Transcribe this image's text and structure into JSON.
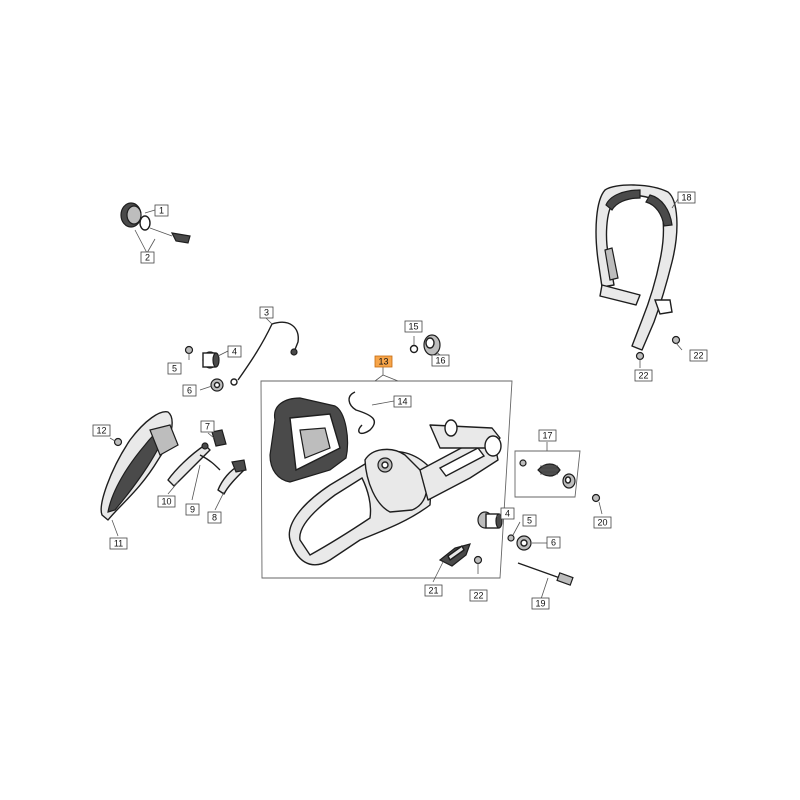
{
  "labels": {
    "p1": "1",
    "p2": "2",
    "p3": "3",
    "p4": "4",
    "p5": "5",
    "p6": "6",
    "p7": "7",
    "p8": "8",
    "p9": "9",
    "p10": "10",
    "p11": "11",
    "p12": "12",
    "p13": "13",
    "p14": "14",
    "p15": "15",
    "p16": "16",
    "p17": "17",
    "p18": "18",
    "p19": "19",
    "p20": "20",
    "p21": "21",
    "p22": "22"
  },
  "colors": {
    "highlight": "#f7a54a",
    "line": "#1e1e1e"
  }
}
